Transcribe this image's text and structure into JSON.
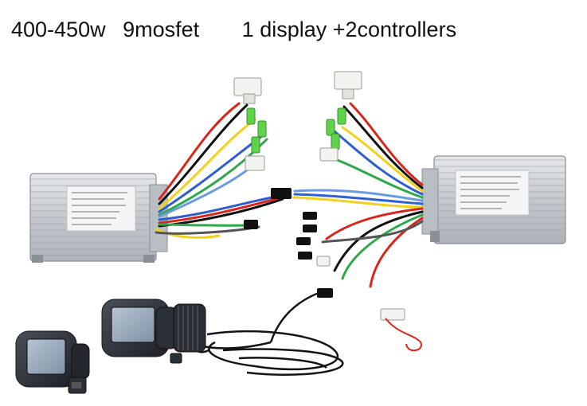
{
  "caption": {
    "power": "400-450w",
    "mosfet": "9mosfet",
    "kit": "1 display +2controllers"
  },
  "product_photo": {
    "controller_count": 2,
    "display_count": 2,
    "colors": {
      "controller_body": "#c9cdd2",
      "connector_white": "#f2f2ee",
      "connector_green": "#5fd44a",
      "wire_red": "#d8261c",
      "wire_yellow": "#f0d21c",
      "wire_blue": "#2f5fd0",
      "wire_green": "#2fa84a",
      "display_body": "#2b2f36",
      "display_screen": "#8fa2b8"
    }
  }
}
